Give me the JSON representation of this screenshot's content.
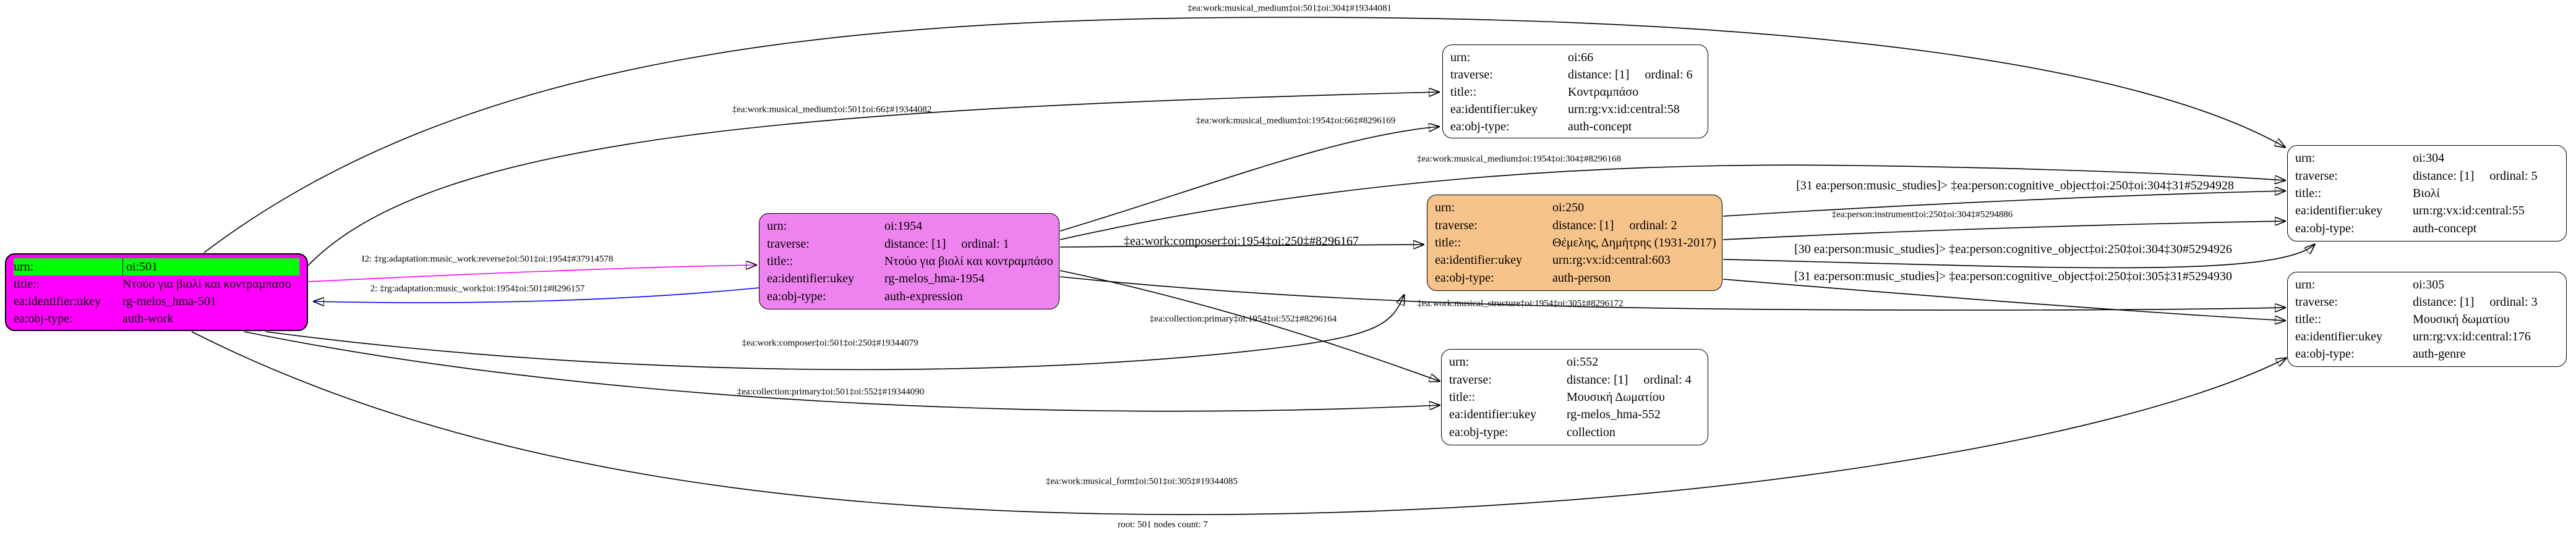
{
  "graph": {
    "footer": "root: 501 nodes count: 7"
  },
  "colors": {
    "root_node_fill": "#ff00ff",
    "root_node_urn_row_fill": "#00ff00",
    "expression_node_fill": "#ee82ee",
    "person_node_fill": "#f6c38a",
    "default_node_fill": "#ffffff",
    "edge_default": "#000000",
    "edge_adaptation_reverse": "#ff00ff",
    "edge_adaptation": "#0000ff"
  },
  "nodes": {
    "n501": {
      "fields": [
        {
          "label": "urn:",
          "value": "oi:501"
        },
        {
          "label": "title::",
          "value": "Ντούο για βιολί και κοντραμπάσο"
        },
        {
          "label": "ea:identifier:ukey",
          "value": "rg-melos_hma-501"
        },
        {
          "label": "ea:obj-type:",
          "value": "auth-work"
        }
      ]
    },
    "n1954": {
      "fields": [
        {
          "label": "urn:",
          "value": "oi:1954"
        },
        {
          "label": "traverse:",
          "value": "distance: [1]     ordinal: 1"
        },
        {
          "label": "title::",
          "value": "Ντούο για βιολί και κοντραμπάσο"
        },
        {
          "label": "ea:identifier:ukey",
          "value": "rg-melos_hma-1954"
        },
        {
          "label": "ea:obj-type:",
          "value": "auth-expression"
        }
      ]
    },
    "n250": {
      "fields": [
        {
          "label": "urn:",
          "value": "oi:250"
        },
        {
          "label": "traverse:",
          "value": "distance: [1]     ordinal: 2"
        },
        {
          "label": "title::",
          "value": "Θέμελης, Δημήτρης (1931-2017)"
        },
        {
          "label": "ea:identifier:ukey",
          "value": "urn:rg:vx:id:central:603"
        },
        {
          "label": "ea:obj-type:",
          "value": "auth-person"
        }
      ]
    },
    "n66": {
      "fields": [
        {
          "label": "urn:",
          "value": "oi:66"
        },
        {
          "label": "traverse:",
          "value": "distance: [1]     ordinal: 6"
        },
        {
          "label": "title::",
          "value": "Κοντραμπάσο"
        },
        {
          "label": "ea:identifier:ukey",
          "value": "urn:rg:vx:id:central:58"
        },
        {
          "label": "ea:obj-type:",
          "value": "auth-concept"
        }
      ]
    },
    "n552": {
      "fields": [
        {
          "label": "urn:",
          "value": "oi:552"
        },
        {
          "label": "traverse:",
          "value": "distance: [1]     ordinal: 4"
        },
        {
          "label": "title::",
          "value": "Μουσική Δωματίου"
        },
        {
          "label": "ea:identifier:ukey",
          "value": "rg-melos_hma-552"
        },
        {
          "label": "ea:obj-type:",
          "value": "collection"
        }
      ]
    },
    "n304": {
      "fields": [
        {
          "label": "urn:",
          "value": "oi:304"
        },
        {
          "label": "traverse:",
          "value": "distance: [1]     ordinal: 5"
        },
        {
          "label": "title::",
          "value": "Βιολί"
        },
        {
          "label": "ea:identifier:ukey",
          "value": "urn:rg:vx:id:central:55"
        },
        {
          "label": "ea:obj-type:",
          "value": "auth-concept"
        }
      ]
    },
    "n305": {
      "fields": [
        {
          "label": "urn:",
          "value": "oi:305"
        },
        {
          "label": "traverse:",
          "value": "distance: [1]     ordinal: 3"
        },
        {
          "label": "title::",
          "value": "Μουσική δωματίου"
        },
        {
          "label": "ea:identifier:ukey",
          "value": "urn:rg:vx:id:central:176"
        },
        {
          "label": "ea:obj-type:",
          "value": "auth-genre"
        }
      ]
    }
  },
  "edges": {
    "medium_501_304": {
      "label": "‡ea:work:musical_medium‡oi:501‡oi:304‡#19344081"
    },
    "medium_501_66": {
      "label": "‡ea:work:musical_medium‡oi:501‡oi:66‡#19344082"
    },
    "medium_1954_66": {
      "label": "‡ea:work:musical_medium‡oi:1954‡oi:66‡#8296169"
    },
    "medium_1954_304": {
      "label": "‡ea:work:musical_medium‡oi:1954‡oi:304‡#8296168"
    },
    "composer_1954_250": {
      "label": "‡ea:work:composer‡oi:1954‡oi:250‡#8296167"
    },
    "studies31_250_304": {
      "label": "[31 ea:person:music_studies]> ‡ea:person:cognitive_object‡oi:250‡oi:304‡31#5294928"
    },
    "instrument_250_304": {
      "label": "‡ea:person:instrument‡oi:250‡oi:304‡#5294886"
    },
    "studies30_250_304": {
      "label": "[30 ea:person:music_studies]> ‡ea:person:cognitive_object‡oi:250‡oi:304‡30#5294926"
    },
    "studies31_250_305": {
      "label": "[31 ea:person:music_studies]> ‡ea:person:cognitive_object‡oi:250‡oi:305‡31#5294930"
    },
    "structure_1954_305": {
      "label": "‡ea:work:musical_structure‡oi:1954‡oi:305‡#8296172"
    },
    "collection_1954_552": {
      "label": "‡ea:collection:primary‡oi:1954‡oi:552‡#8296164"
    },
    "composer_501_250": {
      "label": "‡ea:work:composer‡oi:501‡oi:250‡#19344079"
    },
    "collection_501_552": {
      "label": "‡ea:collection:primary‡oi:501‡oi:552‡#19344090"
    },
    "form_501_305": {
      "label": "‡ea:work:musical_form‡oi:501‡oi:305‡#19344085"
    },
    "adaptation_reverse_501_1954": {
      "label": "I2: ‡rg:adaptation:music_work:reverse‡oi:501‡oi:1954‡#37914578"
    },
    "adaptation_1954_501": {
      "label": "2: ‡rg:adaptation:music_work‡oi:1954‡oi:501‡#8296157"
    }
  }
}
